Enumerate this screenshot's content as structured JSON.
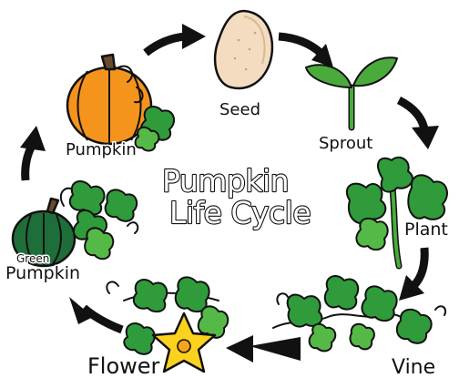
{
  "diagram": {
    "title_line1": "Pumpkin",
    "title_line2": "Life Cycle",
    "stages": {
      "seed": "Seed",
      "sprout": "Sprout",
      "plant": "Plant",
      "vine": "Vine",
      "flower": "Flower",
      "green_pumpkin_line1": "Green",
      "green_pumpkin_line2": "Pumpkin",
      "pumpkin": "Pumpkin"
    },
    "colors": {
      "seed": "#f3dcc0",
      "pumpkin_orange": "#f5941d",
      "green_pumpkin": "#1e6e3a",
      "leaf_green": "#2f9b3a",
      "flower_yellow": "#fbd21e",
      "arrow": "#111111"
    }
  }
}
